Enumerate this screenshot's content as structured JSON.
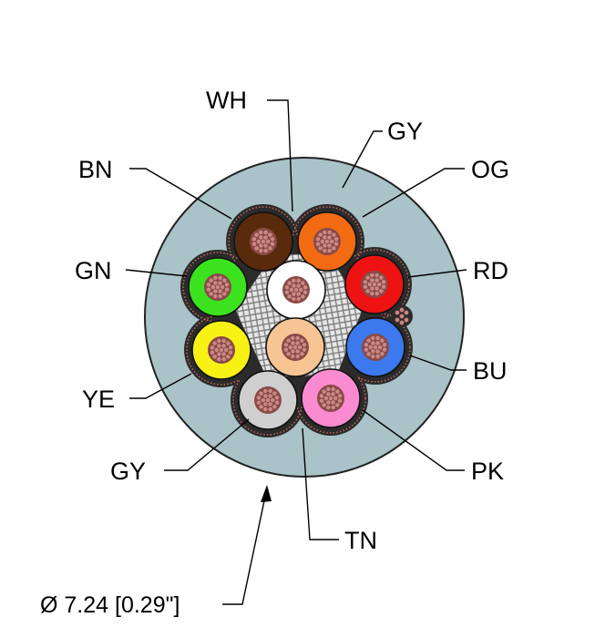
{
  "colors": {
    "jacket": "#a9c3c8",
    "jacket_stroke": "#222222",
    "shield_fill": "#2b2b2b",
    "shield_dots": "#c4665a",
    "filler": "#d9d9d9",
    "copper": "#c98a86",
    "copper_dark": "#8a4a47"
  },
  "labels": {
    "wh": "WH",
    "gy_jacket": "GY",
    "bn": "BN",
    "og": "OG",
    "gn": "GN",
    "rd": "RD",
    "bu": "BU",
    "ye": "YE",
    "gy": "GY",
    "pk": "PK",
    "tn": "TN"
  },
  "dimension": {
    "text": "Ø 7.24 [0.29\"]"
  },
  "cores": [
    {
      "name": "core-brown",
      "code": "BN",
      "color": "#5a2a0c"
    },
    {
      "name": "core-orange",
      "code": "OG",
      "color": "#f26a12"
    },
    {
      "name": "core-green",
      "code": "GN",
      "color": "#3ae31e"
    },
    {
      "name": "core-white",
      "code": "WH",
      "color": "#ffffff"
    },
    {
      "name": "core-red",
      "code": "RD",
      "color": "#ee1212"
    },
    {
      "name": "core-yellow",
      "code": "YE",
      "color": "#f8f114"
    },
    {
      "name": "core-tan",
      "code": "TN",
      "color": "#f7c494"
    },
    {
      "name": "core-blue",
      "code": "BU",
      "color": "#3c78ee"
    },
    {
      "name": "core-gray",
      "code": "GY",
      "color": "#cfcfcf"
    },
    {
      "name": "core-pink",
      "code": "PK",
      "color": "#fb8bd0"
    }
  ]
}
